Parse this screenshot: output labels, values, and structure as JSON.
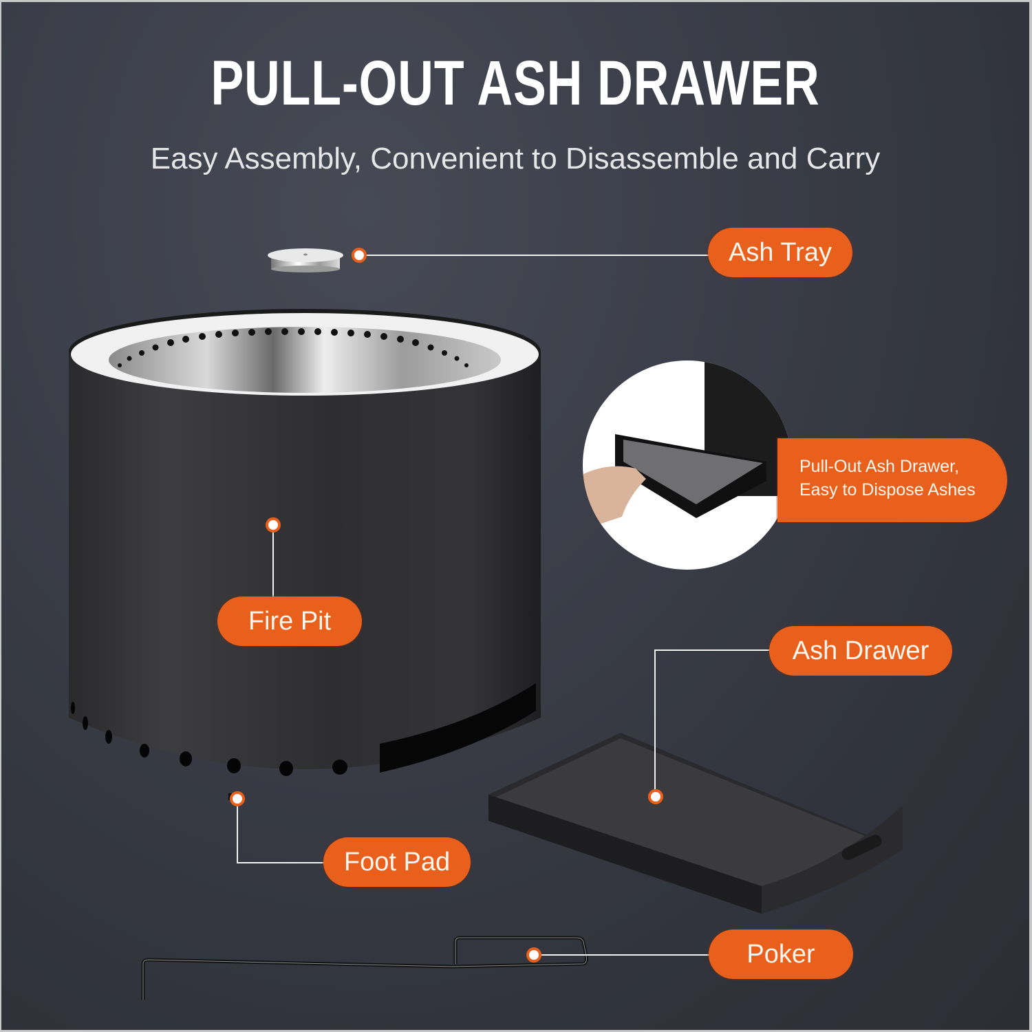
{
  "header": {
    "title": "PULL-OUT ASH DRAWER",
    "subtitle": "Easy Assembly, Convenient to Disassemble and Carry"
  },
  "callouts": [
    {
      "id": "ash-tray",
      "label": "Ash Tray"
    },
    {
      "id": "fire-pit",
      "label": "Fire Pit"
    },
    {
      "id": "foot-pad",
      "label": "Foot Pad"
    },
    {
      "id": "ash-drawer",
      "label": "Ash Drawer"
    },
    {
      "id": "poker",
      "label": "Poker"
    }
  ],
  "feature_bubble": {
    "line1": "Pull-Out Ash Drawer,",
    "line2": "Easy to Dispose Ashes"
  },
  "colors": {
    "accent": "#e8601c",
    "background": "#363942",
    "text": "#ffffff"
  }
}
